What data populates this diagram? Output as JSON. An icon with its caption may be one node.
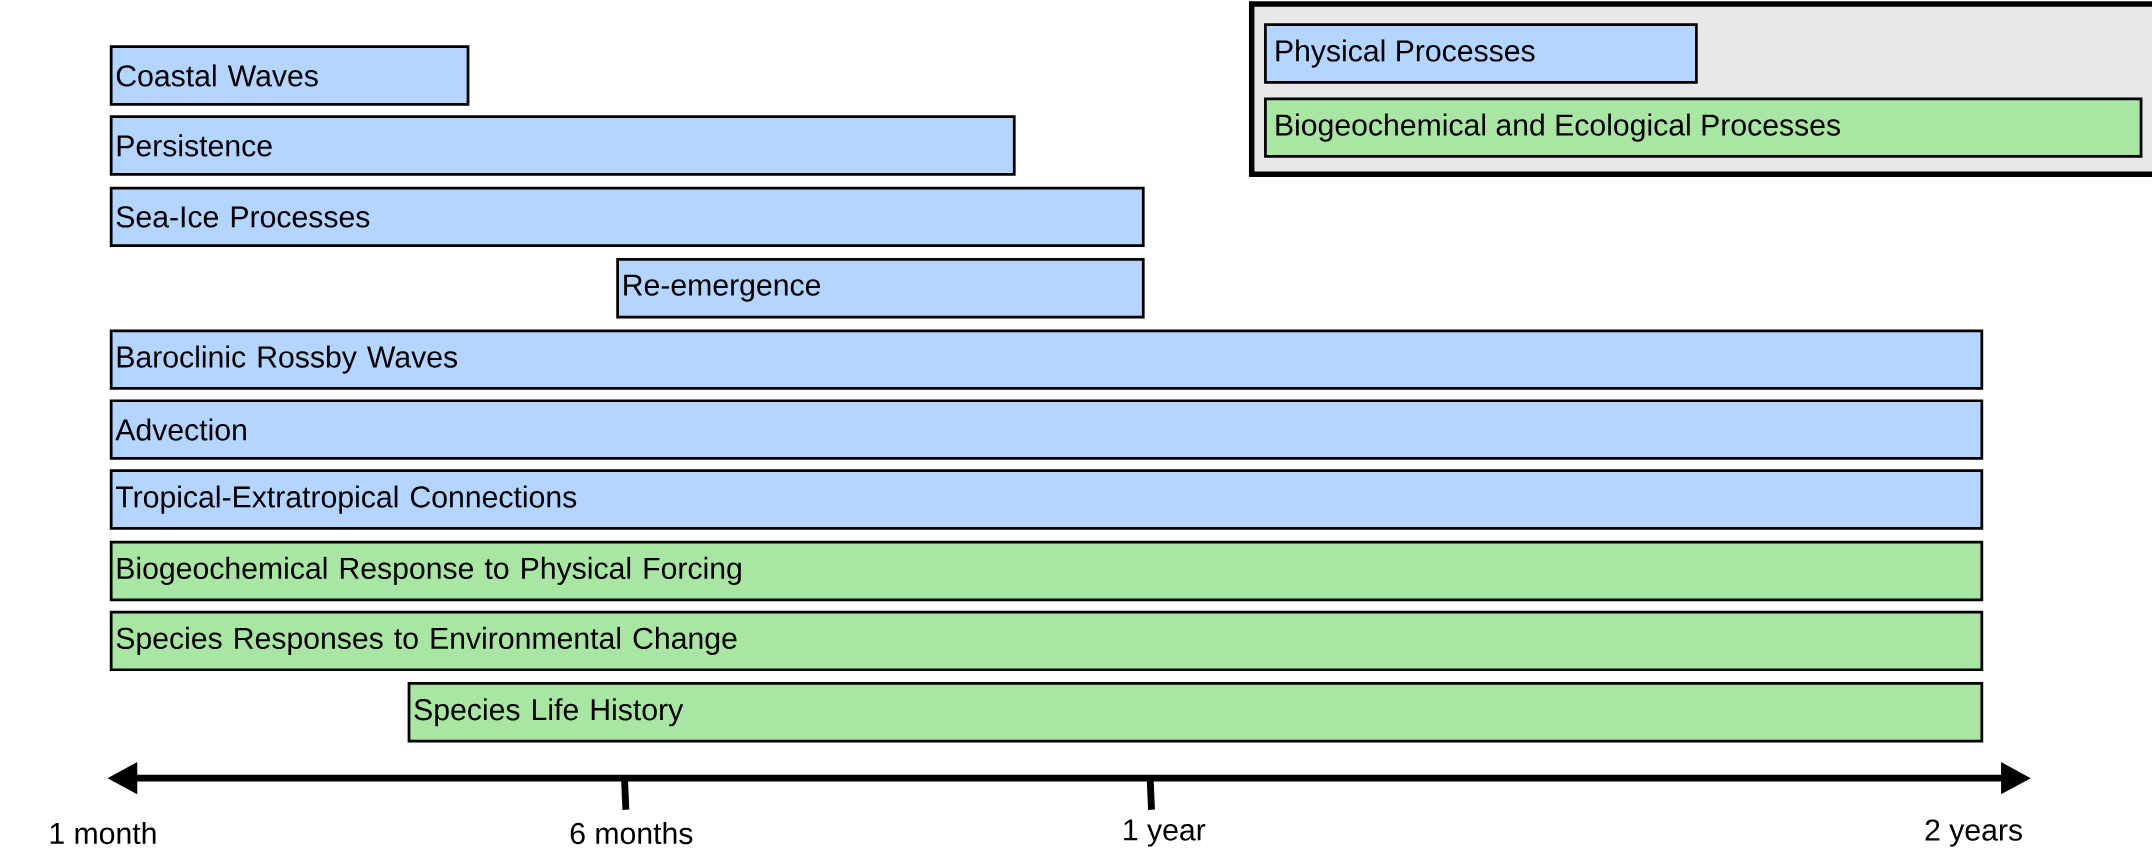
{
  "diagram": {
    "nodes": [
      {
        "text": [
          "Coastal Waves"
        ]
      },
      {
        "text": [
          "Persistence"
        ]
      },
      {
        "text": [
          "Sea-Ice Processes"
        ]
      },
      {
        "text": [
          "Re-emergence"
        ]
      },
      {
        "text": [
          "Baroclinic Rossby Waves"
        ]
      },
      {
        "text": [
          "Advection"
        ]
      },
      {
        "text": [
          "Tropical-Extratropical Connections"
        ]
      },
      {
        "text": [
          "Biogeochemical Response to Physical Forcing"
        ]
      },
      {
        "text": [
          "Species Responses to Environmental Change"
        ]
      },
      {
        "text": [
          "Species Life History"
        ]
      }
    ],
    "labels": [
      "1 month",
      "6 months",
      "1 year",
      "2 years"
    ],
    "legend": [
      {
        "text": "Physical Processes",
        "color": "#b3d5ff"
      },
      {
        "text": "Biogeochemical and Ecological Processes",
        "color": "#aae6a3"
      }
    ]
  }
}
